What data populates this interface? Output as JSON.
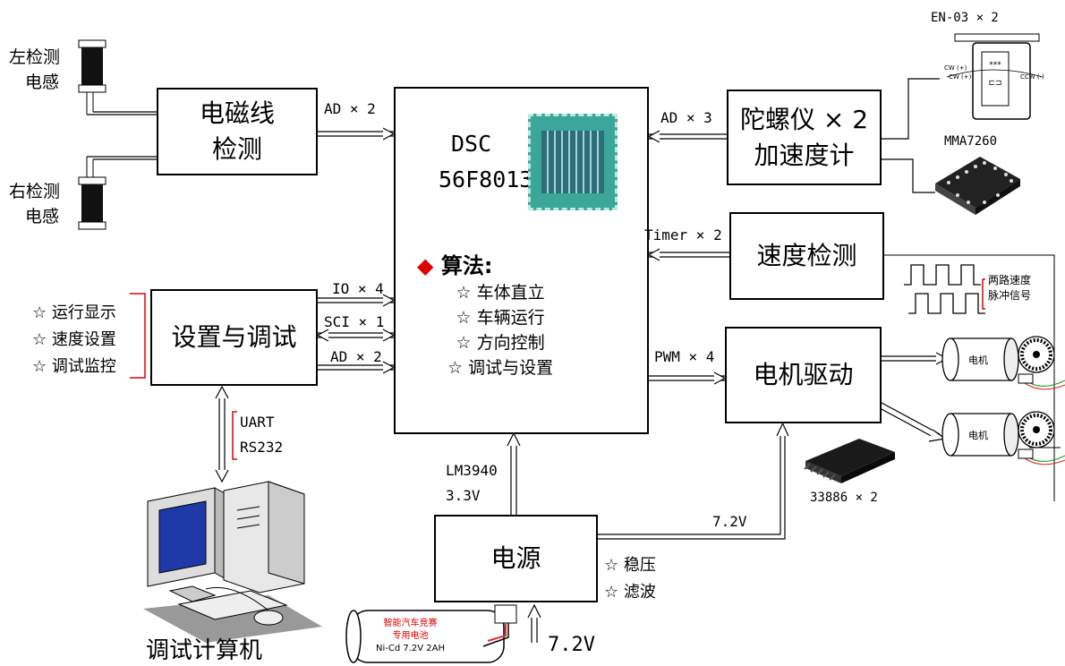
{
  "left_sensor": {
    "line1": "左检测",
    "line2": "电感"
  },
  "right_sensor": {
    "line1": "右检测",
    "line2": "电感"
  },
  "em_box": {
    "line1": "电磁线",
    "line2": "检测"
  },
  "dsc": {
    "line1": "DSC",
    "line2": "56F8013"
  },
  "algo": {
    "title": "算法:",
    "items": [
      "☆ 车体直立",
      "☆ 车辆运行",
      "☆ 方向控制",
      "☆ 调试与设置"
    ]
  },
  "gyro_box": {
    "line1": "陀螺仪 × 2",
    "line2": "加速度计"
  },
  "gyro_chip_label": "EN-03 × 2",
  "accel_chip_label": "MMA7260",
  "speed_box": {
    "label": "速度检测"
  },
  "pulse_label": {
    "line1": "两路速度",
    "line2": "脉冲信号"
  },
  "setup_box": {
    "label": "设置与调试"
  },
  "setup_features": [
    "☆ 运行显示",
    "☆ 速度设置",
    "☆ 调试监控"
  ],
  "motor_box": {
    "label": "电机驱动"
  },
  "motor_text": "电机",
  "driver_chip_label": "33886 × 2",
  "power_box": {
    "label": "电源"
  },
  "power_features": [
    "☆ 稳压",
    "☆ 滤波"
  ],
  "computer_label": "调试计算机",
  "battery": {
    "line1": "智能汽车竞赛",
    "line2": "专用电池",
    "line3": "Ni-Cd  7.2V  2AH"
  },
  "links": {
    "ad_em": "AD × 2",
    "ad_gyro": "AD × 3",
    "timer": "Timer × 2",
    "io": "IO × 4",
    "sci": "SCI × 1",
    "ad_setup": "AD × 2",
    "pwm": "PWM × 4",
    "uart_line1": "UART",
    "uart_line2": "RS232",
    "lm_line1": "LM3940",
    "lm_line2": "3.3V",
    "v72_motor": "7.2V",
    "v72_input": "7.2V"
  },
  "colors": {
    "accent_red": "#e00000",
    "chip_teal": "#3aa79a",
    "monitor_blue": "#1f3aa8"
  }
}
